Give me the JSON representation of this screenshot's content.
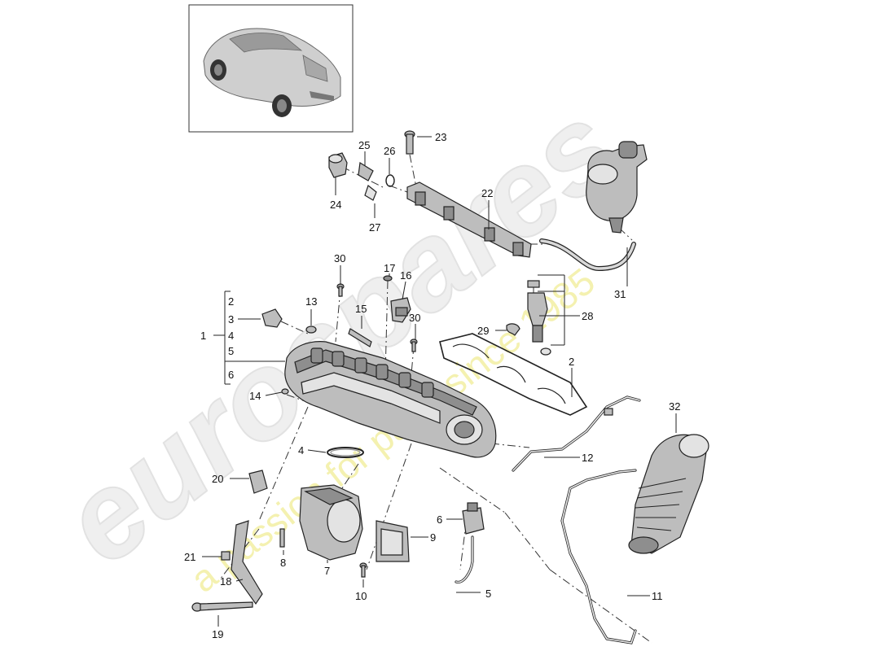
{
  "watermark": {
    "logo": "eurospares",
    "tagline": "a passion for parts since 1985"
  },
  "thumbnail": {
    "name": "vehicle overview"
  },
  "callouts": {
    "c1": "1",
    "c2": "2",
    "c2b": "2",
    "c3": "3",
    "c4": "4",
    "c4b": "4",
    "c5": "5",
    "c5b": "5",
    "c6": "6",
    "c6b": "6",
    "c7": "7",
    "c8": "8",
    "c9": "9",
    "c10": "10",
    "c11": "11",
    "c12": "12",
    "c13": "13",
    "c14": "14",
    "c15": "15",
    "c16": "16",
    "c17": "17",
    "c18": "18",
    "c19": "19",
    "c20": "20",
    "c21": "21",
    "c22": "22",
    "c23": "23",
    "c24": "24",
    "c25": "25",
    "c26": "26",
    "c27": "27",
    "c28": "28",
    "c29": "29",
    "c30": "30",
    "c30b": "30",
    "c31": "31",
    "c32": "32"
  },
  "colors": {
    "part": "#bdbdbd",
    "part_dark": "#8e8e8e",
    "line": "#222222",
    "watermark_tagline": "#f4f1b0"
  }
}
